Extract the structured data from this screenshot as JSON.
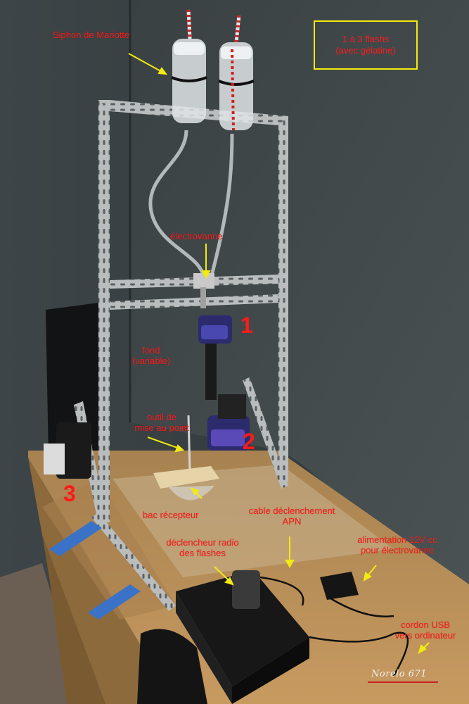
{
  "labels": {
    "siphon": "Siphon de Mariotte",
    "flashes_box": [
      "1 à 3 flashs",
      "(avec gélatine)"
    ],
    "electrovanne": "électrovanne",
    "fond": [
      "fond",
      "(variable)"
    ],
    "outil": [
      "outil de",
      "mise au point"
    ],
    "bac": "bac récepteur",
    "cable": [
      "cable déclenchement",
      "APN"
    ],
    "declencheur": [
      "déclencheur radio",
      "des flashes"
    ],
    "alimentation": [
      "alimentation 12V cc",
      "pour électrovanne"
    ],
    "cordon": [
      "cordon USB",
      "vers ordinateur"
    ]
  },
  "flash_numbers": [
    "1",
    "2",
    "3"
  ],
  "watermark": "Norelo 671",
  "colors": {
    "annotation_text": "#ff1a1a",
    "arrows": "#f2ea10",
    "wall": "#3a4244",
    "desk": "#b08a55",
    "frame": "#b8bcbc"
  }
}
